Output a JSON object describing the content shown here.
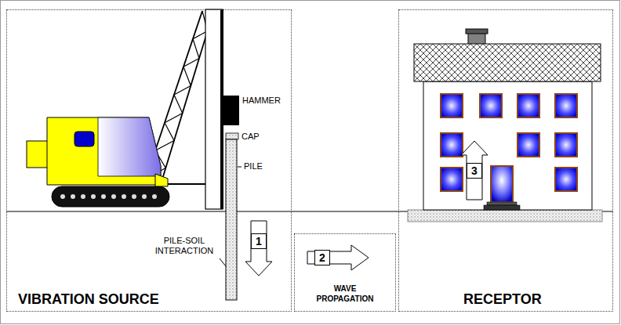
{
  "diagram": {
    "nodes": [
      {
        "text": [
          "VIBRATION SOURCE"
        ]
      },
      {
        "text": [
          "1"
        ],
        "in": 0
      },
      {
        "text": [
          "WAVE PROPAGATION"
        ]
      },
      {
        "text": [
          "2"
        ],
        "in": 2
      },
      {
        "text": [
          "RECEPTOR"
        ]
      },
      {
        "text": [
          "3"
        ],
        "in": 4
      }
    ],
    "labels": [
      "HAMMER",
      "CAP",
      "PILE",
      "PILE-SOIL INTERACTION"
    ]
  }
}
